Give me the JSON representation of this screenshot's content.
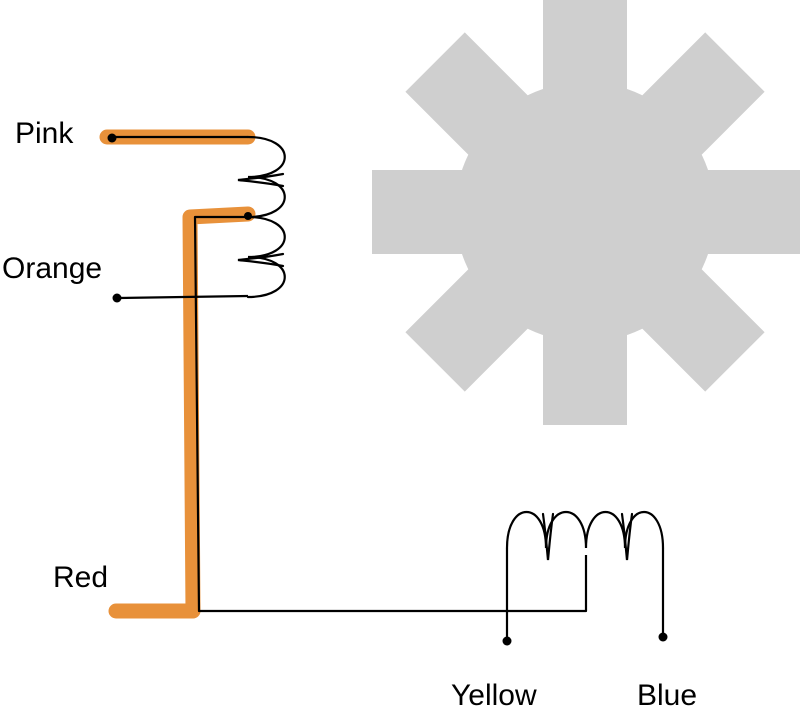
{
  "colors": {
    "highlight": "#e8913a",
    "wire": "#000000",
    "rotor": "#cfcfcf",
    "background": "#ffffff"
  },
  "labels": {
    "pink": "Pink",
    "orange": "Orange",
    "red": "Red",
    "yellow": "Yellow",
    "blue": "Blue"
  }
}
